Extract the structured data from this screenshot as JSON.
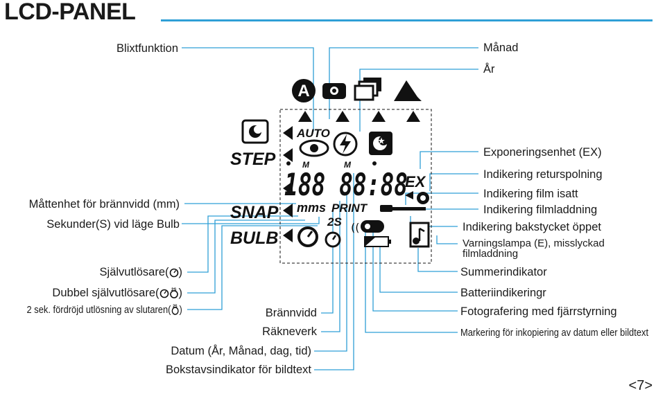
{
  "title": "LCD-PANEL",
  "page_number": "<7>",
  "lcd": {
    "auto": "AUTO",
    "step": "STEP",
    "snap": "SNAP",
    "bulb": "BULB",
    "mm": "mm",
    "s": "s",
    "print": "PRINT",
    "two_s": "2S",
    "digits": "188 88:88",
    "ex": "EX",
    "m1": "M",
    "m2": "M"
  },
  "labels": {
    "blixt": "Blixtfunktion",
    "manad": "Månad",
    "ar": "År",
    "mattenhet": "Måttenhet för brännvidd (mm)",
    "sekunder": "Sekunder(S) vid läge Bulb",
    "sjalv_pre": "Självutlösare(",
    "sjalv_post": ")",
    "dubbel_pre": "Dubbel självutlösare(",
    "dubbel_post": ")",
    "tva_pre": "2 sek. fördröjd utlösning av slutaren(",
    "tva_post": ")",
    "brannvidd": "Brännvidd",
    "rakneverk": "Räkneverk",
    "datum": "Datum (År, Månad, dag, tid)",
    "bokstav": "Bokstavsindikator för bildtext",
    "expo": "Exponeringsenhet (EX)",
    "retur": "Indikering returspolning",
    "film_isatt": "Indikering film isatt",
    "filmladdning": "Indikering filmladdning",
    "bakstycke": "Indikering bakstycket öppet",
    "varning1": "Varningslampa (E), misslyckad",
    "varning2": "filmladdning",
    "summer": "Summerindikator",
    "batteri": "Batteriindikeringr",
    "fjarr": "Fotografering med fjärrstyrning",
    "markering": "Markering för inkopiering av datum eller bildtext"
  },
  "colors": {
    "accent": "#2e9fd6",
    "ink": "#1a1a1a"
  }
}
